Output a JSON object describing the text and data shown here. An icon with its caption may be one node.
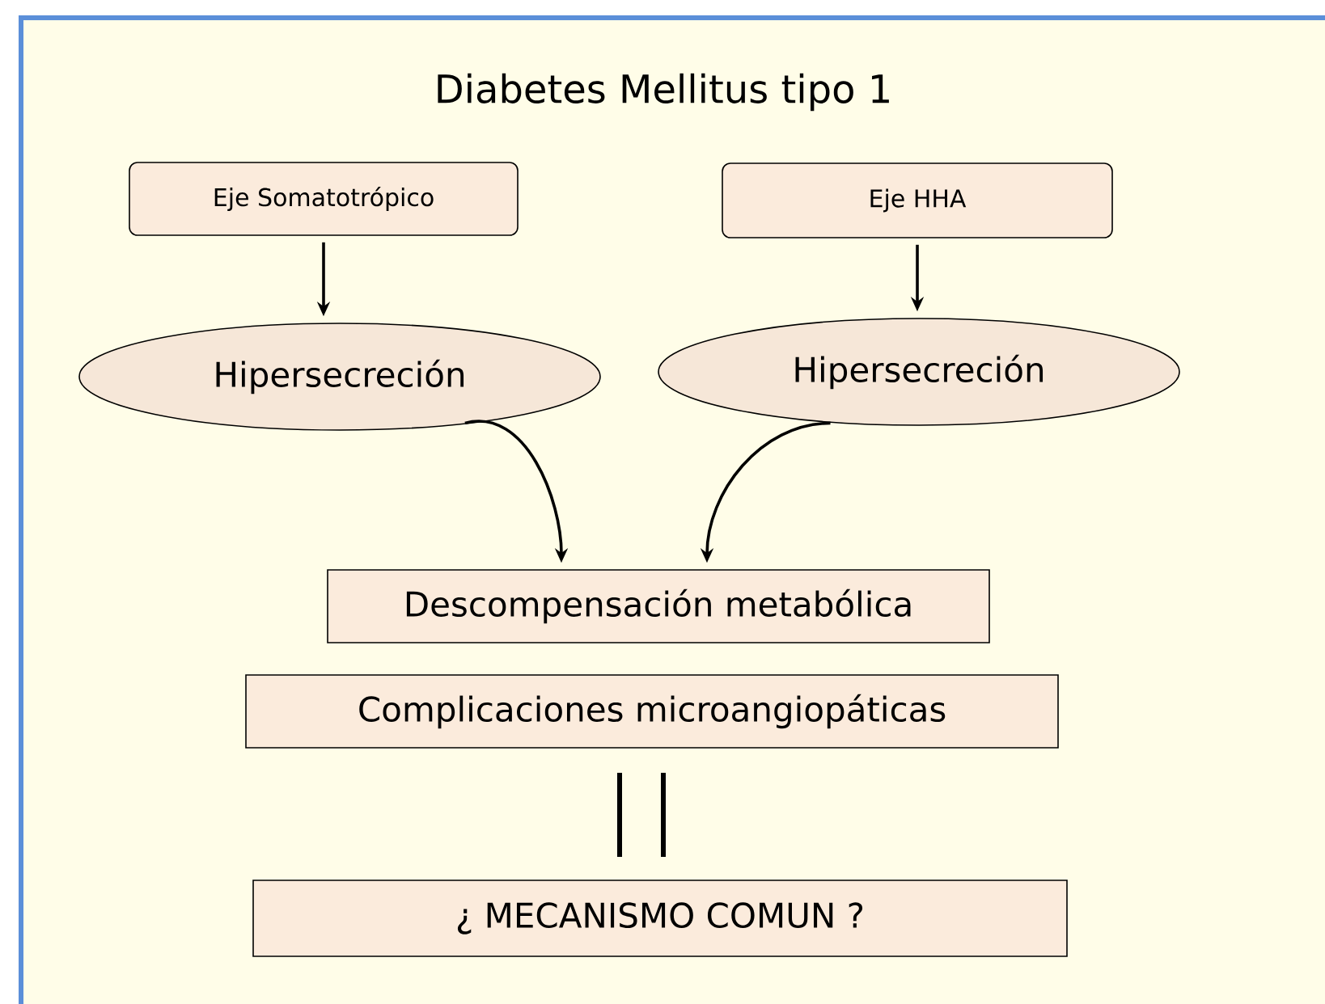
{
  "diagram": {
    "title": "Diabetes Mellitus tipo 1",
    "nodes": [
      {
        "text": [
          "Eje Somatotrópico"
        ]
      },
      {
        "text": [
          "Eje HHA"
        ]
      },
      {
        "text": [
          "Hipersecreción"
        ]
      },
      {
        "text": [
          "Hipersecreción"
        ]
      },
      {
        "text": [
          "Descompensación metabólica"
        ]
      },
      {
        "text": [
          "Complicaciones microangiopáticas"
        ]
      },
      {
        "text": [
          "¿ MECANISMO COMUN ?"
        ]
      }
    ],
    "edges": [
      {
        "from": 0,
        "to": 2,
        "arrow": "to"
      },
      {
        "from": 1,
        "to": 3,
        "arrow": "to"
      },
      {
        "from": 2,
        "to": 4,
        "arrow": "to"
      },
      {
        "from": 3,
        "to": 4,
        "arrow": "to"
      }
    ]
  }
}
